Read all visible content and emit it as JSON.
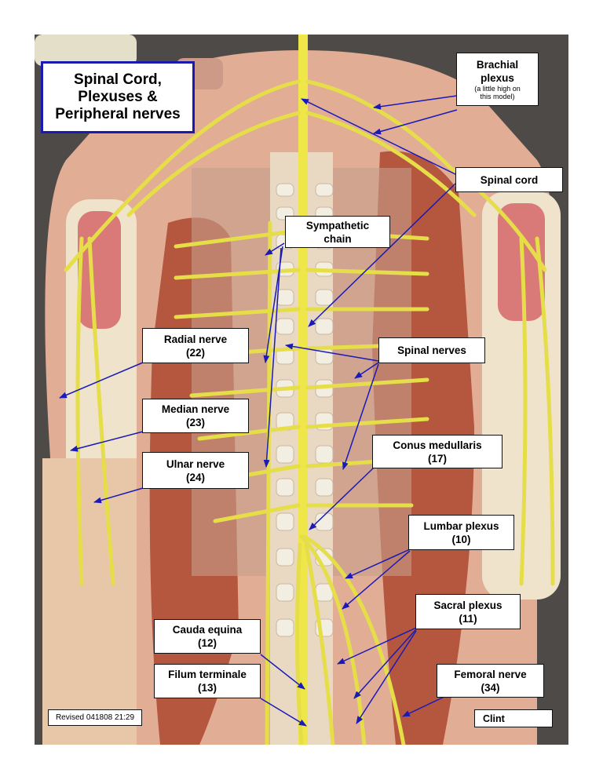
{
  "title": {
    "line1": "Spinal Cord,",
    "line2": "Plexuses &",
    "line3": "Peripheral nerves"
  },
  "labels": {
    "brachial_plexus": {
      "name": "Brachial plexus",
      "line1": "Brachial",
      "line2": "plexus",
      "note1": "(a little high on",
      "note2": "this model)"
    },
    "spinal_cord": {
      "name": "Spinal cord"
    },
    "sympathetic_chain": {
      "line1": "Sympathetic",
      "line2": "chain"
    },
    "radial_nerve": {
      "name": "Radial nerve",
      "number": "(22)"
    },
    "spinal_nerves": {
      "name": "Spinal nerves"
    },
    "median_nerve": {
      "name": "Median nerve",
      "number": "(23)"
    },
    "conus_medullaris": {
      "name": "Conus medullaris",
      "number": "(17)"
    },
    "ulnar_nerve": {
      "name": "Ulnar nerve",
      "number": "(24)"
    },
    "lumbar_plexus": {
      "name": "Lumbar plexus",
      "number": "(10)"
    },
    "sacral_plexus": {
      "name": "Sacral plexus",
      "number": "(11)"
    },
    "cauda_equina": {
      "name": "Cauda equina",
      "number": "(12)"
    },
    "femoral_nerve": {
      "name": "Femoral nerve",
      "number": "(34)"
    },
    "filum_terminale": {
      "name": "Filum terminale",
      "number": "(13)"
    }
  },
  "stamps": {
    "revised": "Revised 041808 21:29",
    "author": "Clint"
  },
  "colors": {
    "arrow": "#1a1ab8",
    "nerve": "#e9e24a",
    "muscle": "#b5563e",
    "skin": "#e4b29a",
    "title_border": "#1a1ab0"
  }
}
